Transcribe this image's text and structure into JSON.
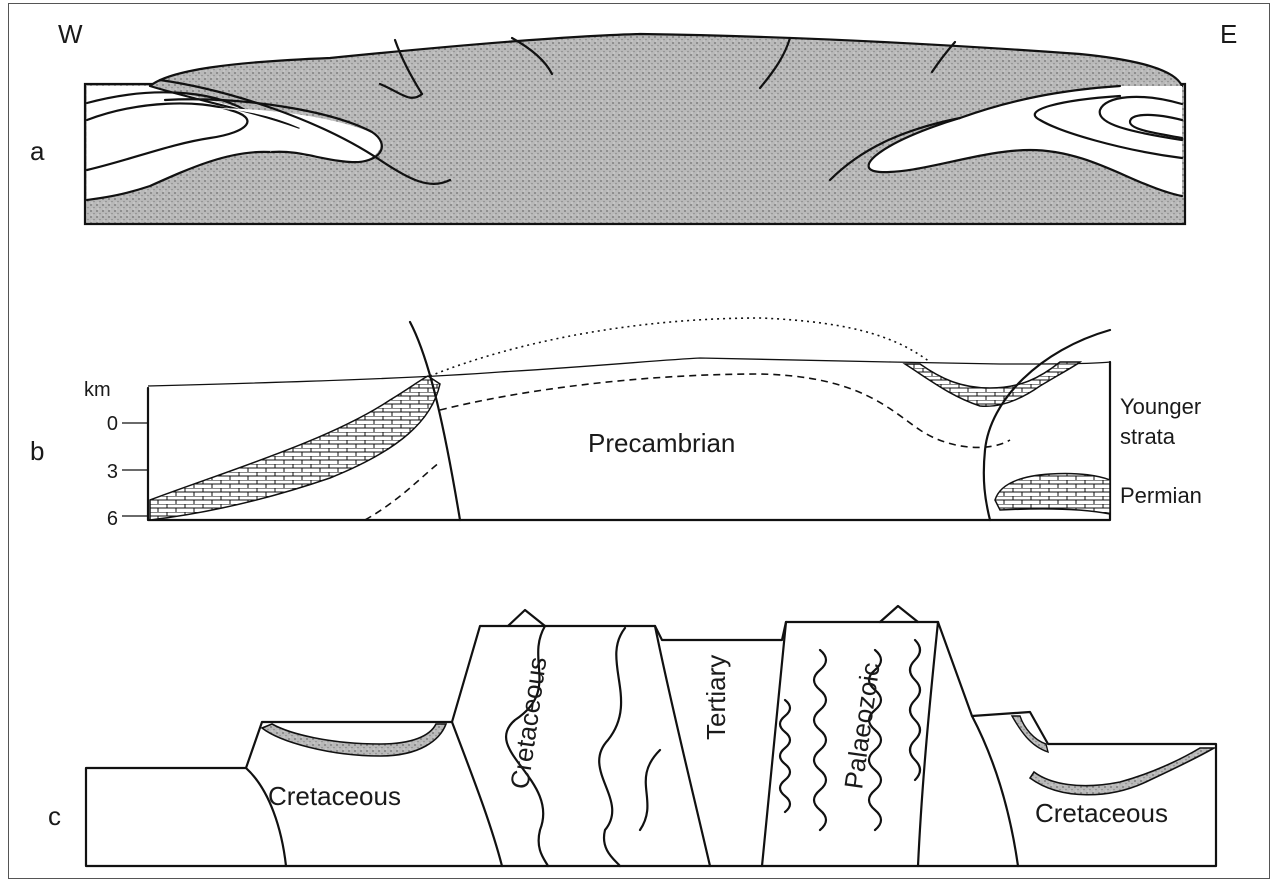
{
  "directions": {
    "west": "W",
    "east": "E"
  },
  "panels": {
    "a": {
      "label": "a"
    },
    "b": {
      "label": "b",
      "axis_unit": "km",
      "axis_ticks": [
        "0",
        "3",
        "6"
      ],
      "core_label": "Precambrian",
      "legend": {
        "upper": "Younger strata",
        "upper_line1": "Younger",
        "upper_line2": "strata",
        "lower": "Permian"
      }
    },
    "c": {
      "label": "c",
      "units": {
        "left_basin": "Cretaceous",
        "left_block": "Cretaceous",
        "center": "Tertiary",
        "right_block": "Palaeozoic",
        "right_basin": "Cretaceous"
      }
    }
  },
  "colors": {
    "stipple": "#b4b4b4",
    "line": "#111111"
  }
}
